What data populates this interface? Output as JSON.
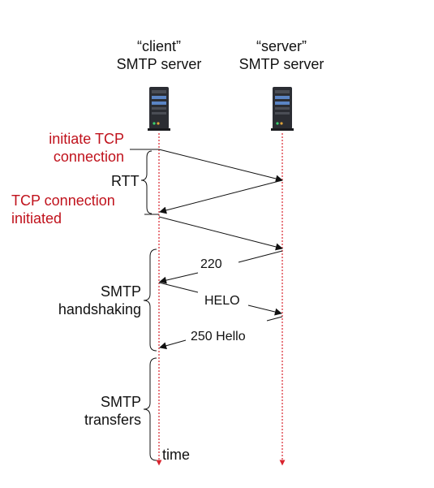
{
  "hosts": {
    "client": {
      "role": "“client”",
      "name": "SMTP server"
    },
    "server": {
      "role": "“server”",
      "name": "SMTP server"
    }
  },
  "annotations": {
    "initiate_tcp": [
      "initiate TCP",
      "connection"
    ],
    "rtt": "RTT",
    "tcp_initiated": [
      "TCP connection",
      "initiated"
    ],
    "smtp_handshaking": [
      "SMTP",
      "handshaking"
    ],
    "smtp_transfers": [
      "SMTP",
      "transfers"
    ],
    "time": "time"
  },
  "messages": {
    "m220": "220",
    "helo": "HELO",
    "m250": "250 Hello"
  },
  "colors": {
    "timeline": "#d9232d",
    "annotation": "#c0121c",
    "server_body": "#2b2d33",
    "server_accent": "#5a84c4"
  },
  "icons": {
    "host": "server-tower-icon"
  }
}
